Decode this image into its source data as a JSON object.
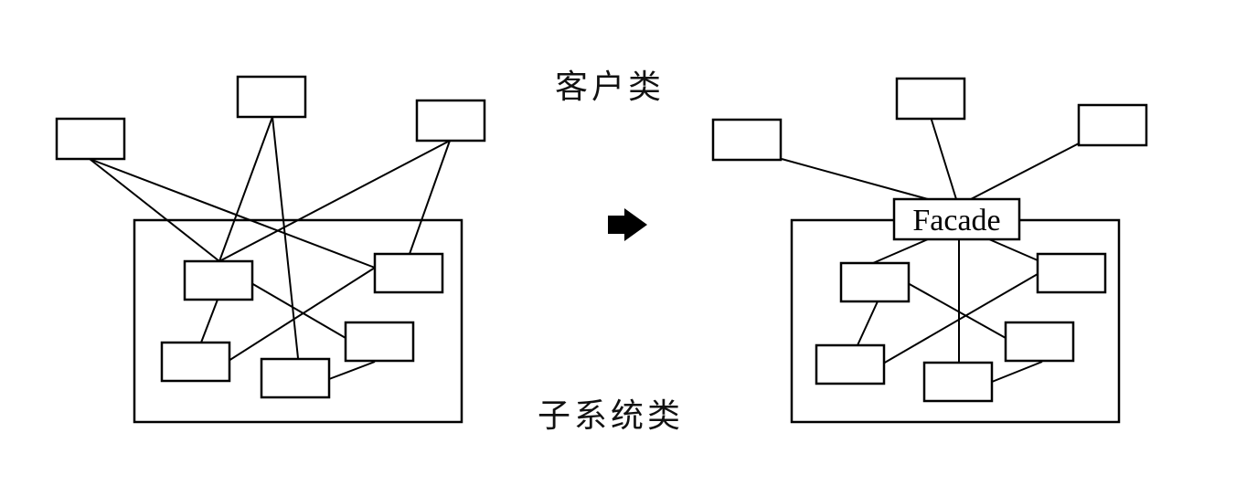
{
  "labels": {
    "client_classes": "客户类",
    "subsystem_classes": "子系统类",
    "facade": "Facade"
  },
  "icons": {
    "transition_arrow": "right-arrow-icon"
  },
  "colors": {
    "stroke": "#000000",
    "background": "#ffffff"
  }
}
